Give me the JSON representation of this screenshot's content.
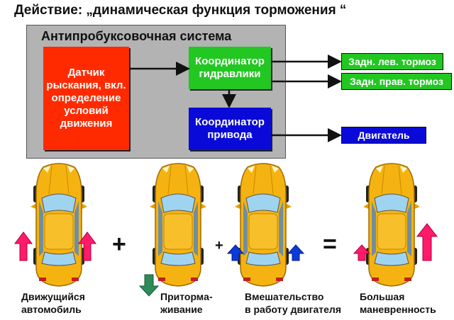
{
  "title": "Действие: „динамическая функция торможения “",
  "panel": {
    "title": "Антипробуксовочная система",
    "sensor": "Датчик рыскания, вкл. определение условий движения",
    "hydraulics": "Координатор гидравлики",
    "drive": "Координатор привода"
  },
  "outputs": {
    "rear_left_brake": "Задн. лев. тормоз",
    "rear_right_brake": "Задн. прав. тормоз",
    "engine": "Двигатель"
  },
  "cars": [
    {
      "caption_line1": "Движущийся",
      "caption_line2": "автомобиль"
    },
    {
      "caption_line1": "Притормa-",
      "caption_line2": "живание"
    },
    {
      "caption_line1": "Вмешательство",
      "caption_line2": "в работу двигателя"
    },
    {
      "caption_line1": "Большая",
      "caption_line2": "маневренность"
    }
  ],
  "operators": {
    "plus1": "+",
    "plus2": "+",
    "equals": "="
  },
  "colors": {
    "sensor_red": "#ff2a00",
    "coordinator_green": "#22c722",
    "coordinator_blue": "#0a0ad8",
    "panel_gray": "#b3b3b3",
    "car_yellow": "#f5b311",
    "arrow_pink": "#ff1a6a",
    "arrow_blue": "#0a3ad8",
    "arrow_green": "#2e8b57"
  }
}
